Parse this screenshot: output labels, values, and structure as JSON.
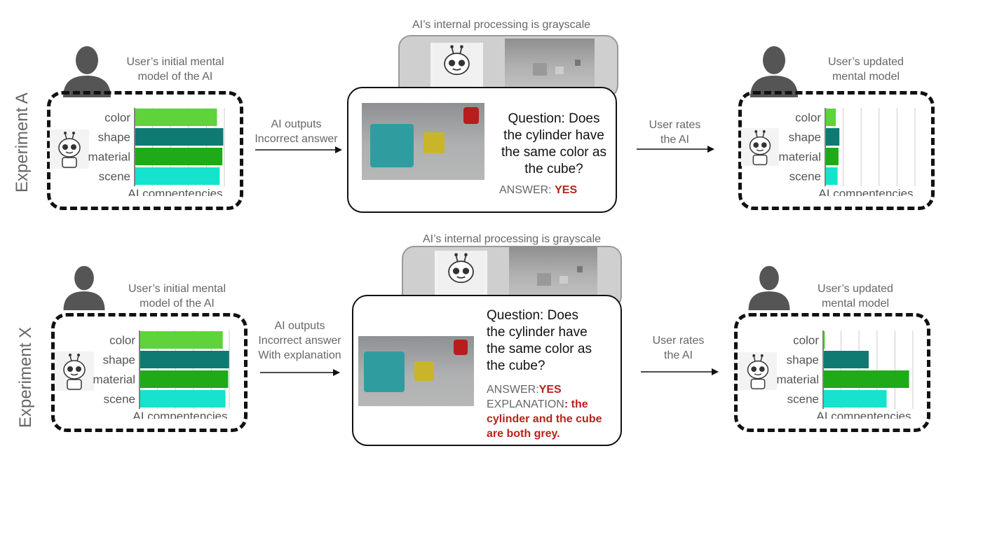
{
  "rows": [
    {
      "side_label": "Experiment A",
      "initial_caption": [
        "User’s initial mental",
        "model of the AI"
      ],
      "process_caption": "AI’s internal processing is grayscale",
      "arrow1_label": [
        "AI outputs",
        "Incorrect answer"
      ],
      "question": [
        "Question: Does",
        "the cylinder have",
        "the same color as",
        "the cube?"
      ],
      "answer_prefix": "ANSWER: ",
      "answer_value": "YES",
      "arrow2_label": [
        "User rates",
        "the AI"
      ],
      "updated_caption": [
        "User’s updated",
        "mental model"
      ]
    },
    {
      "side_label": "Experiment X",
      "initial_caption": [
        "User’s initial mental",
        "model of the AI"
      ],
      "process_caption": "AI’s internal processing is grayscale",
      "arrow1_label": [
        "AI outputs",
        "Incorrect answer",
        "With explanation"
      ],
      "question": [
        "Question: Does",
        "the cylinder have",
        "the same color as",
        "the cube?"
      ],
      "answer_prefix": "ANSWER:",
      "answer_value": "YES",
      "explanation_prefix": "EXPLANATION",
      "explanation_value": ": the cylinder and the cube are both grey.",
      "arrow2_label": [
        "User rates",
        "the AI"
      ],
      "updated_caption": [
        "User’s updated",
        "mental model"
      ]
    }
  ],
  "competency_axis_label": "AI compentencies",
  "icons": {
    "person": "person-silhouette-icon",
    "robot": "robot-face-icon"
  },
  "chart_data": [
    {
      "type": "bar",
      "name": "Experiment A initial",
      "categories": [
        "color",
        "shape",
        "material",
        "scene"
      ],
      "values": [
        0.91,
        0.98,
        0.97,
        0.94
      ],
      "xlim": [
        0,
        1
      ],
      "colors": [
        "#5fd33a",
        "#0f7a72",
        "#1faa19",
        "#15e3cd"
      ],
      "xlabel": "AI compentencies"
    },
    {
      "type": "bar",
      "name": "Experiment A updated",
      "categories": [
        "color",
        "shape",
        "material",
        "scene"
      ],
      "values": [
        0.11,
        0.15,
        0.14,
        0.13
      ],
      "xlim": [
        0,
        1
      ],
      "colors": [
        "#5fd33a",
        "#0f7a72",
        "#1faa19",
        "#15e3cd"
      ],
      "xlabel": "AI compentencies"
    },
    {
      "type": "bar",
      "name": "Experiment X initial",
      "categories": [
        "color",
        "shape",
        "material",
        "scene"
      ],
      "values": [
        0.92,
        0.99,
        0.98,
        0.95
      ],
      "xlim": [
        0,
        1
      ],
      "colors": [
        "#5fd33a",
        "#0f7a72",
        "#1faa19",
        "#15e3cd"
      ],
      "xlabel": "AI compentencies"
    },
    {
      "type": "bar",
      "name": "Experiment X updated",
      "categories": [
        "color",
        "shape",
        "material",
        "scene"
      ],
      "values": [
        0.01,
        0.5,
        0.95,
        0.7
      ],
      "xlim": [
        0,
        1
      ],
      "colors": [
        "#5fd33a",
        "#0f7a72",
        "#1faa19",
        "#15e3cd"
      ],
      "xlabel": "AI compentencies"
    }
  ]
}
